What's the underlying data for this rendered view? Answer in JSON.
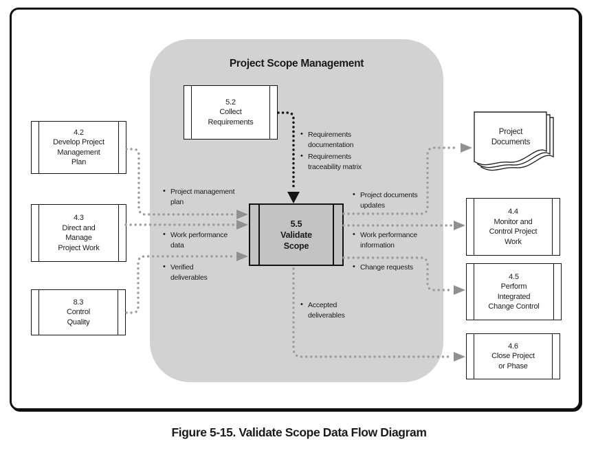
{
  "panel": {
    "title": "Project Scope Management"
  },
  "caption": "Figure 5-15. Validate Scope Data Flow Diagram",
  "boxes": {
    "b52": {
      "lines": [
        "5.2",
        "Collect",
        "Requirements"
      ]
    },
    "b55": {
      "lines": [
        "5.5",
        "Validate",
        "Scope"
      ]
    },
    "b42": {
      "lines": [
        "4.2",
        "Develop Project",
        "Management",
        "Plan"
      ]
    },
    "b43": {
      "lines": [
        "4.3",
        "Direct and",
        "Manage",
        "Project Work"
      ]
    },
    "b83": {
      "lines": [
        "8.3",
        "Control",
        "Quality"
      ]
    },
    "b44": {
      "lines": [
        "4.4",
        "Monitor and",
        "Control Project",
        "Work"
      ]
    },
    "b45": {
      "lines": [
        "4.5",
        "Perform",
        "Integrated",
        "Change Control"
      ]
    },
    "b46": {
      "lines": [
        "4.6",
        "Close Project",
        "or Phase"
      ]
    }
  },
  "document_shape": {
    "lines": [
      "Project",
      "Documents"
    ]
  },
  "flow_labels": {
    "requirements_documentation": [
      "Requirements",
      "documentation"
    ],
    "requirements_traceability_matrix": [
      "Requirements",
      "traceability matrix"
    ],
    "project_management_plan": [
      "Project management",
      "plan"
    ],
    "work_performance_data": [
      "Work performance",
      "data"
    ],
    "verified_deliverables": [
      "Verified",
      "deliverables"
    ],
    "project_documents_updates": [
      "Project documents",
      "updates"
    ],
    "work_performance_information": [
      "Work performance",
      "information"
    ],
    "change_requests": [
      "Change requests"
    ],
    "accepted_deliverables": [
      "Accepted",
      "deliverables"
    ]
  },
  "misc": {
    "bullet": "•"
  },
  "colors": {
    "panel_gray": "#d2d2d2",
    "process_fill": "#c3c3c3",
    "dot_gray": "#9b9b9b",
    "arrow_gray": "#909090",
    "line_black": "#151515"
  }
}
